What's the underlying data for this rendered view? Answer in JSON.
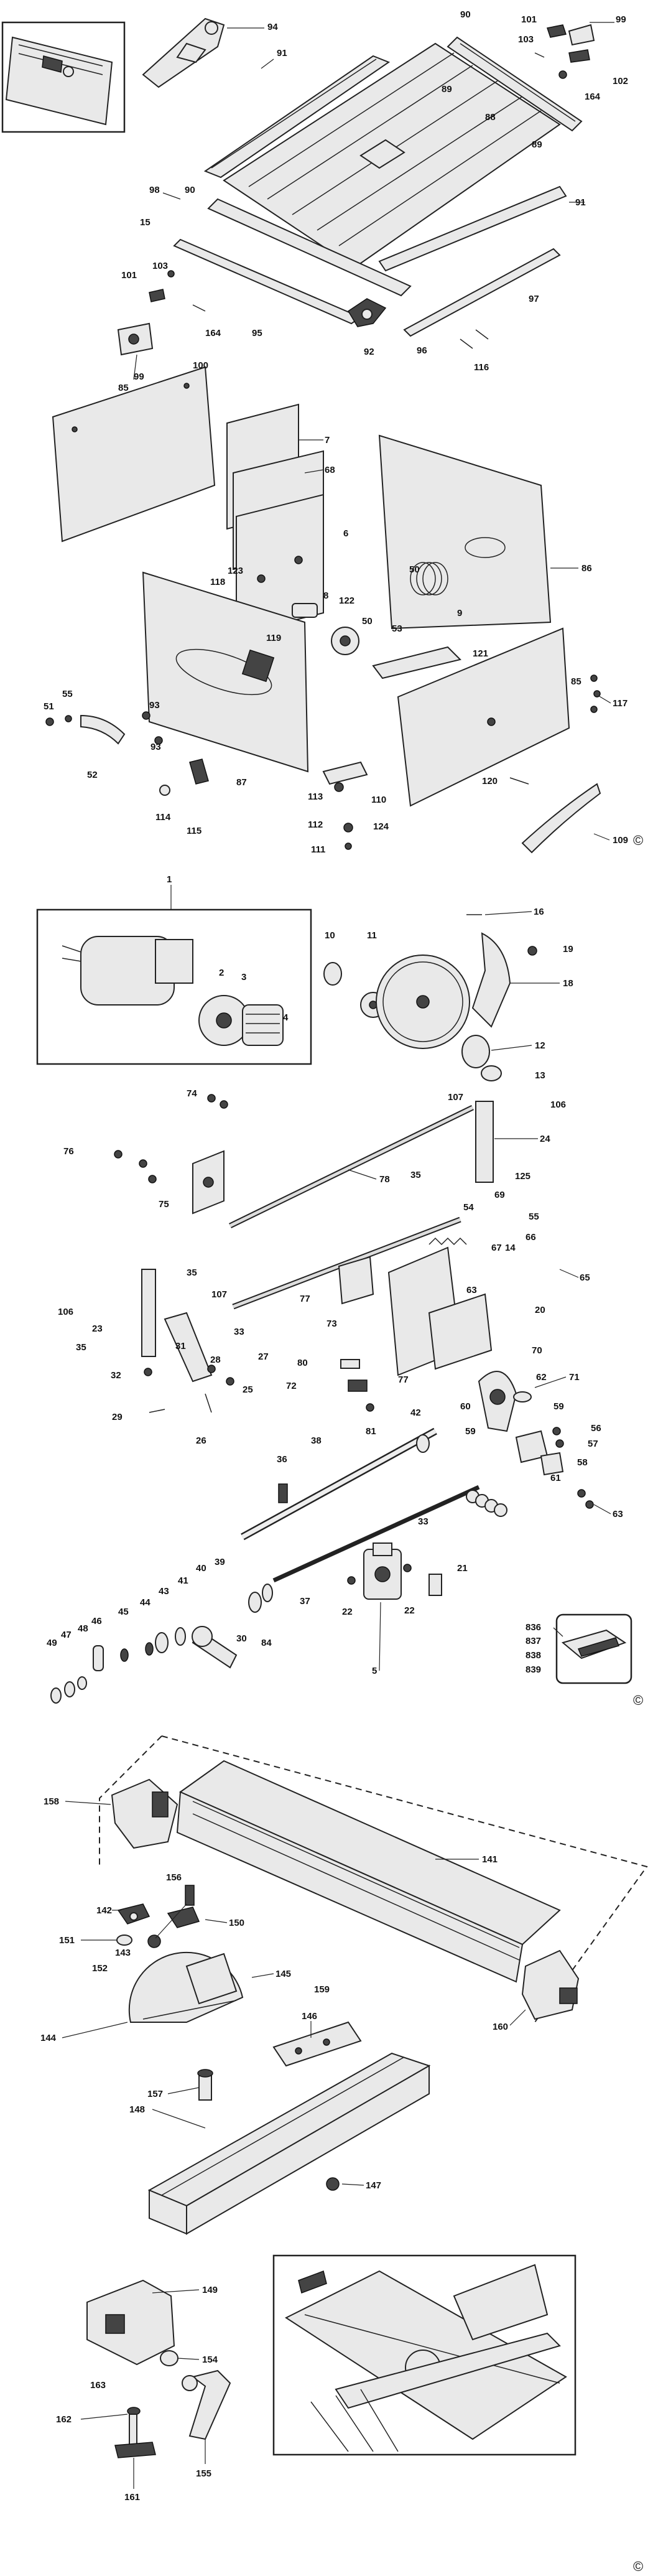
{
  "copyright_symbol": "©",
  "section1": {
    "labels": [
      "94",
      "90",
      "101",
      "99",
      "103",
      "102",
      "164",
      "91",
      "89",
      "88",
      "89",
      "98",
      "90",
      "91",
      "15",
      "103",
      "101",
      "164",
      "100",
      "95",
      "92",
      "96",
      "97",
      "116",
      "99",
      "85",
      "7",
      "68",
      "6",
      "86",
      "123",
      "118",
      "8",
      "122",
      "119",
      "50",
      "50",
      "9",
      "53",
      "121",
      "85",
      "117",
      "55",
      "51",
      "93",
      "52",
      "93",
      "87",
      "113",
      "110",
      "120",
      "114",
      "115",
      "112",
      "124",
      "111",
      "109"
    ]
  },
  "section2": {
    "labels": [
      "1",
      "2",
      "3",
      "4",
      "10",
      "11",
      "16",
      "19",
      "18",
      "12",
      "13",
      "106",
      "107",
      "24",
      "35",
      "125",
      "69",
      "76",
      "74",
      "75",
      "78",
      "54",
      "55",
      "66",
      "67",
      "14",
      "65",
      "20",
      "63",
      "77",
      "73",
      "35",
      "107",
      "106",
      "23",
      "35",
      "33",
      "31",
      "28",
      "32",
      "27",
      "25",
      "29",
      "26",
      "80",
      "72",
      "81",
      "77",
      "70",
      "71",
      "62",
      "60",
      "59",
      "59",
      "56",
      "57",
      "58",
      "61",
      "63",
      "36",
      "38",
      "42",
      "33",
      "39",
      "37",
      "30",
      "84",
      "40",
      "41",
      "43",
      "44",
      "45",
      "46",
      "47",
      "48",
      "49",
      "22",
      "21",
      "22",
      "5",
      "836",
      "837",
      "838",
      "839"
    ]
  },
  "section3": {
    "labels": [
      "158",
      "141",
      "156",
      "142",
      "150",
      "151",
      "143",
      "145",
      "152",
      "159",
      "144",
      "146",
      "160",
      "157",
      "148",
      "147",
      "149",
      "163",
      "154",
      "162",
      "155",
      "161"
    ]
  }
}
